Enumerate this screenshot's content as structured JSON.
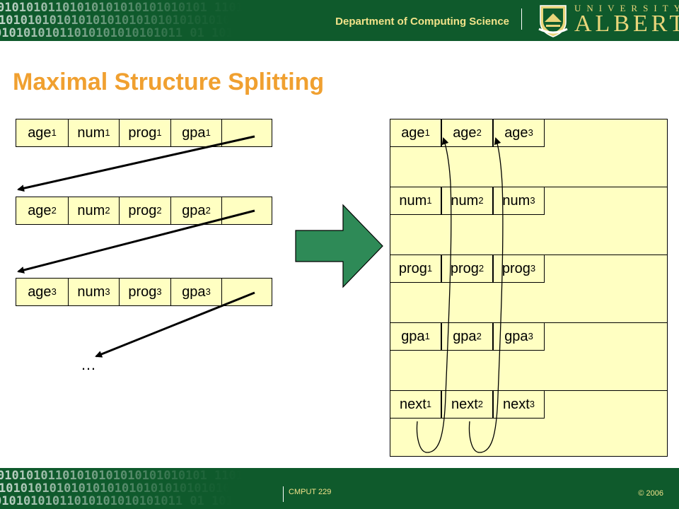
{
  "header": {
    "department": "Department of Computing Science",
    "university_small": "UNIVERSITY OF",
    "university_big": "ALBERTA"
  },
  "title": "Maximal Structure Splitting",
  "left": {
    "records": [
      {
        "fields": [
          {
            "name": "age",
            "sub": "1"
          },
          {
            "name": "num",
            "sub": "1"
          },
          {
            "name": "prog",
            "sub": "1"
          },
          {
            "name": "gpa",
            "sub": "1"
          }
        ]
      },
      {
        "fields": [
          {
            "name": "age",
            "sub": "2"
          },
          {
            "name": "num",
            "sub": "2"
          },
          {
            "name": "prog",
            "sub": "2"
          },
          {
            "name": "gpa",
            "sub": "2"
          }
        ]
      },
      {
        "fields": [
          {
            "name": "age",
            "sub": "3"
          },
          {
            "name": "num",
            "sub": "3"
          },
          {
            "name": "prog",
            "sub": "3"
          },
          {
            "name": "gpa",
            "sub": "3"
          }
        ]
      }
    ],
    "ellipsis": "…"
  },
  "right": {
    "groups": [
      {
        "cells": [
          {
            "name": "age",
            "sub": "1"
          },
          {
            "name": "age",
            "sub": "2"
          },
          {
            "name": "age",
            "sub": "3"
          }
        ]
      },
      {
        "cells": [
          {
            "name": "num",
            "sub": "1"
          },
          {
            "name": "num",
            "sub": "2"
          },
          {
            "name": "num",
            "sub": "3"
          }
        ]
      },
      {
        "cells": [
          {
            "name": "prog",
            "sub": "1"
          },
          {
            "name": "prog",
            "sub": "2"
          },
          {
            "name": "prog",
            "sub": "3"
          }
        ]
      },
      {
        "cells": [
          {
            "name": "gpa",
            "sub": "1"
          },
          {
            "name": "gpa",
            "sub": "2"
          },
          {
            "name": "gpa",
            "sub": "3"
          }
        ]
      },
      {
        "cells": [
          {
            "name": "next",
            "sub": "1"
          },
          {
            "name": "next",
            "sub": "2"
          },
          {
            "name": "next",
            "sub": "3"
          }
        ]
      }
    ]
  },
  "footer": {
    "course": "CMPUT 229",
    "copyright": "© 2006"
  },
  "colors": {
    "band": "#0f5a2c",
    "title": "#f0a030",
    "cell_fill": "#ffffc2",
    "big_arrow": "#2e8a57",
    "gold": "#e8d57a"
  }
}
